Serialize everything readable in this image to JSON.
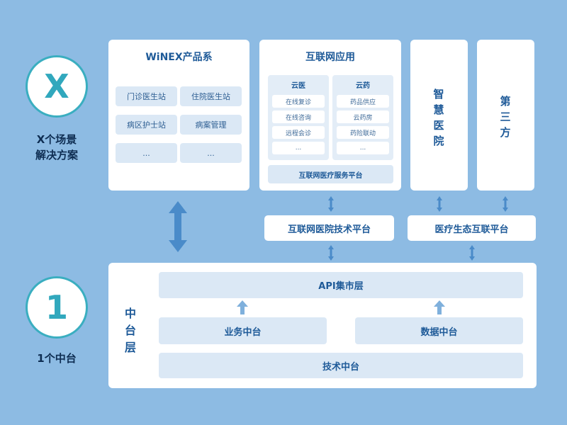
{
  "left": {
    "x_circle": "X",
    "x_label_line1": "X个场景",
    "x_label_line2": "解决方案",
    "one_circle": "1",
    "one_label": "1个中台"
  },
  "winex": {
    "title": "WiNEX产品系",
    "items": [
      "门诊医生站",
      "住院医生站",
      "病区护士站",
      "病案管理",
      "...",
      "..."
    ]
  },
  "internet_app": {
    "title": "互联网应用",
    "cloud_doctor": {
      "title": "云医",
      "items": [
        "在线复诊",
        "在线咨询",
        "远程会诊",
        "..."
      ]
    },
    "cloud_pharmacy": {
      "title": "云药",
      "items": [
        "药品供应",
        "云药房",
        "药险联动",
        "..."
      ]
    },
    "platform": "互联网医疗服务平台"
  },
  "smart_hospital": {
    "chars": [
      "智",
      "慧",
      "医",
      "院"
    ]
  },
  "third_party": {
    "chars": [
      "第",
      "三",
      "方"
    ]
  },
  "platforms": {
    "hospital_tech": "互联网医院技术平台",
    "ecosystem": "医疗生态互联平台"
  },
  "middle": {
    "side_chars": [
      "中",
      "台",
      "层"
    ],
    "api_layer": "API集市层",
    "business": "业务中台",
    "data": "数据中台",
    "tech": "技术中台"
  },
  "colors": {
    "background": "#8dbbe3",
    "card": "#ffffff",
    "accent_teal": "#3aaec0",
    "text_blue": "#1e5a98",
    "arrow": "#4a8bc9"
  }
}
